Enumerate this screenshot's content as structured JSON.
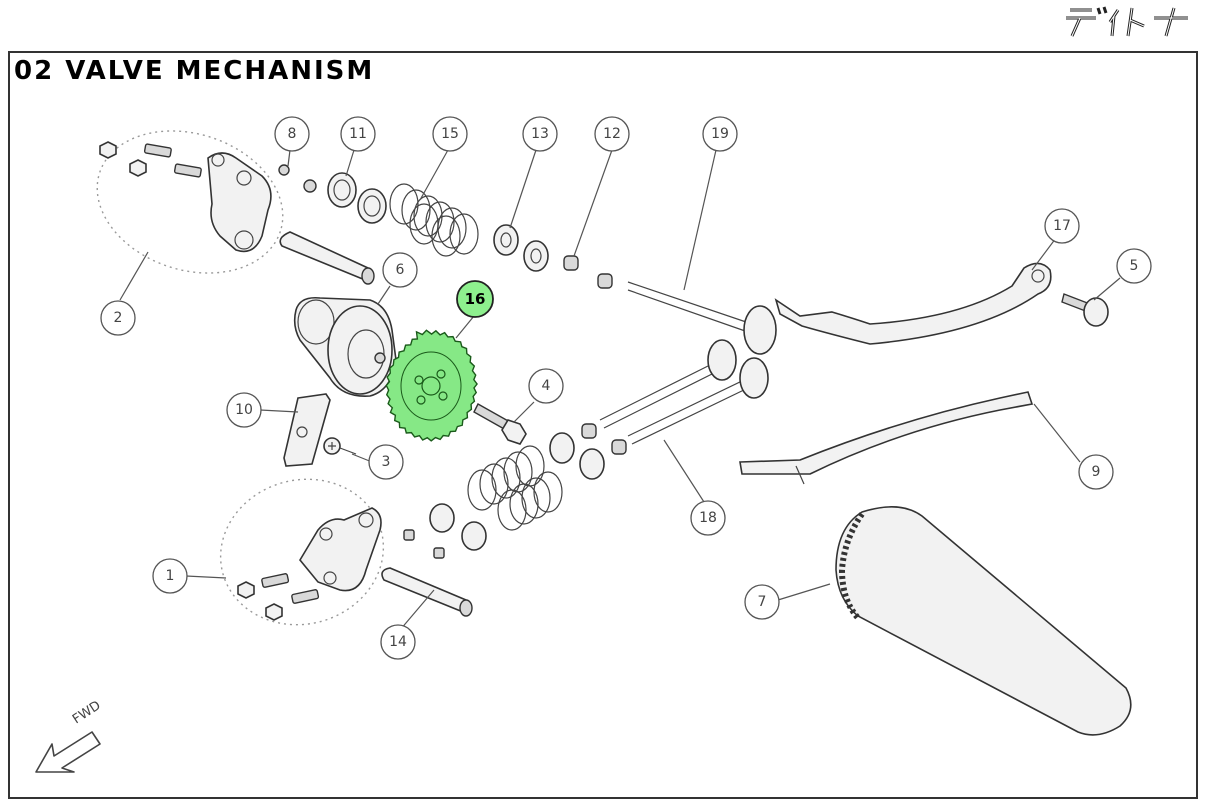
{
  "brand": {
    "logo_text": "デイトナ"
  },
  "title": "02 VALVE MECHANISM",
  "direction_label": "FWD",
  "highlight_color": "#8ef08e",
  "callouts": [
    {
      "id": "1",
      "label": "1"
    },
    {
      "id": "2",
      "label": "2"
    },
    {
      "id": "3",
      "label": "3"
    },
    {
      "id": "4",
      "label": "4"
    },
    {
      "id": "5",
      "label": "5"
    },
    {
      "id": "6",
      "label": "6"
    },
    {
      "id": "7",
      "label": "7"
    },
    {
      "id": "8",
      "label": "8"
    },
    {
      "id": "9",
      "label": "9"
    },
    {
      "id": "10",
      "label": "10"
    },
    {
      "id": "11",
      "label": "11"
    },
    {
      "id": "12",
      "label": "12"
    },
    {
      "id": "13",
      "label": "13"
    },
    {
      "id": "14",
      "label": "14"
    },
    {
      "id": "15",
      "label": "15"
    },
    {
      "id": "16",
      "label": "16",
      "highlighted": true
    },
    {
      "id": "17",
      "label": "17"
    },
    {
      "id": "18",
      "label": "18"
    },
    {
      "id": "19",
      "label": "19"
    }
  ]
}
